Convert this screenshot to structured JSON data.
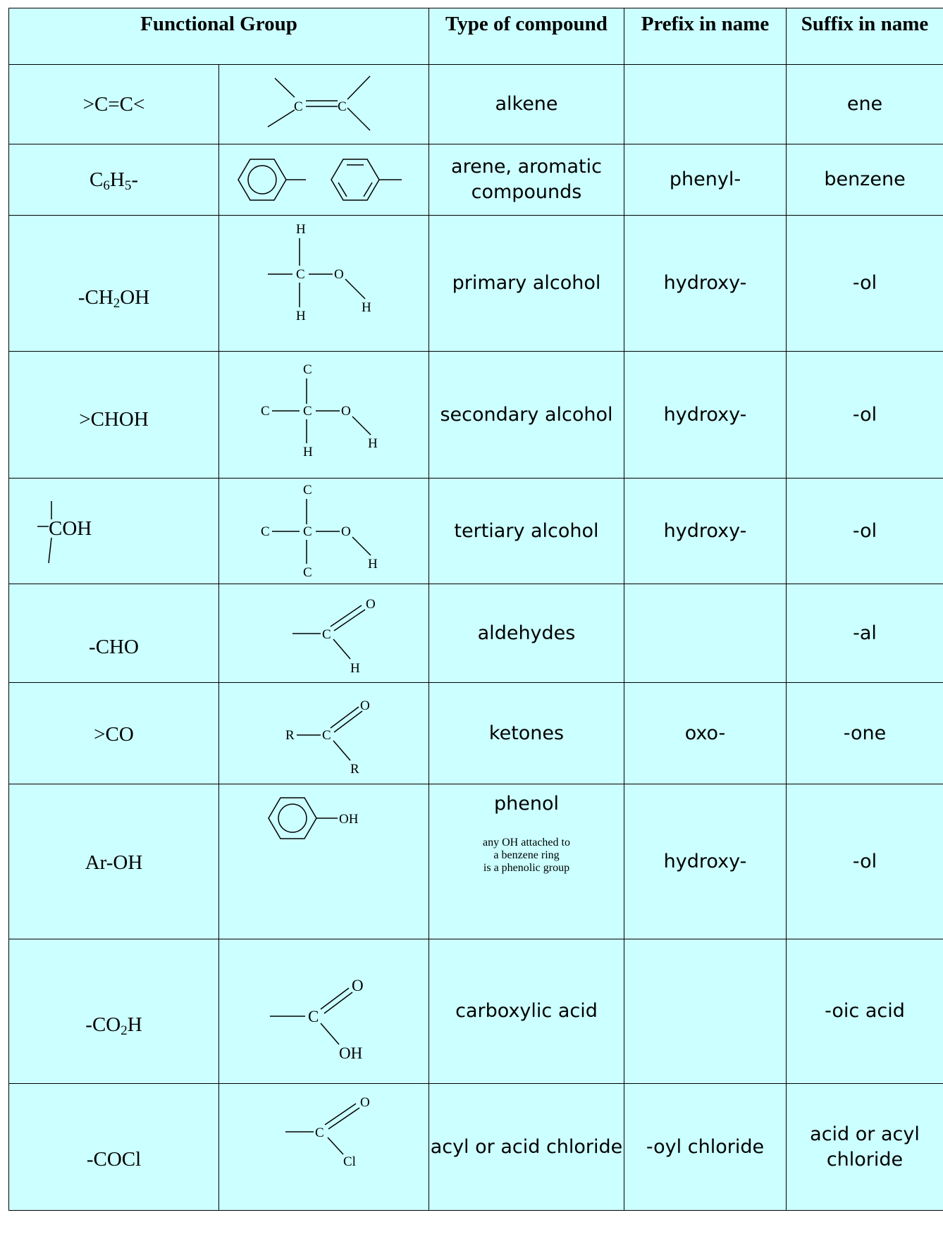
{
  "headers": {
    "functional_group": "Functional Group",
    "type_of_compound": "Type of compound",
    "prefix_in_name": "Prefix in name",
    "suffix_in_name": "Suffix in name"
  },
  "rows": [
    {
      "group": ">C=C<",
      "type": "alkene",
      "prefix": "",
      "suffix": "ene"
    },
    {
      "group_base": "C",
      "group_sub1": "6",
      "group_mid": "H",
      "group_sub2": "5",
      "group_end": "-",
      "type": "arene, aromatic compounds",
      "prefix": "phenyl-",
      "suffix": "benzene"
    },
    {
      "group_base": "-CH",
      "group_sub": "2",
      "group_end": "OH",
      "type": "primary alcohol",
      "prefix": "hydroxy-",
      "suffix": "-ol"
    },
    {
      "group": ">CHOH",
      "type": "secondary alcohol",
      "prefix": "hydroxy-",
      "suffix": "-ol"
    },
    {
      "group": "COH",
      "type": "tertiary alcohol",
      "prefix": "hydroxy-",
      "suffix": "-ol"
    },
    {
      "group": "-CHO",
      "type": "aldehydes",
      "prefix": "",
      "suffix": "-al"
    },
    {
      "group": ">CO",
      "type": "ketones",
      "prefix": "oxo-",
      "suffix": "-one"
    },
    {
      "group": "Ar-OH",
      "type": "phenol",
      "note": [
        "any OH attached to",
        "a benzene ring",
        "is a phenolic group"
      ],
      "prefix": "hydroxy-",
      "suffix": "-ol"
    },
    {
      "group_base": "-CO",
      "group_sub": "2",
      "group_end": "H",
      "type": "carboxylic acid",
      "prefix": "",
      "suffix": "-oic acid"
    },
    {
      "group": "-COCl",
      "type": "acyl or acid chloride",
      "prefix": "-oyl chloride",
      "suffix": "acid or acyl chloride"
    }
  ],
  "structures": {
    "alkene": [
      "C",
      "C"
    ],
    "primary": [
      "H",
      "C",
      "O",
      "H",
      "H"
    ],
    "secondary": [
      "C",
      "C",
      "C",
      "O",
      "H",
      "H"
    ],
    "tertiary": [
      "C",
      "C",
      "C",
      "O",
      "H",
      "C"
    ],
    "aldehyde": [
      "O",
      "C",
      "H"
    ],
    "ketone": [
      "O",
      "R",
      "C",
      "R"
    ],
    "phenol": [
      "OH"
    ],
    "acid": [
      "O",
      "C",
      "OH"
    ],
    "acyl": [
      "O",
      "C",
      "Cl"
    ]
  }
}
